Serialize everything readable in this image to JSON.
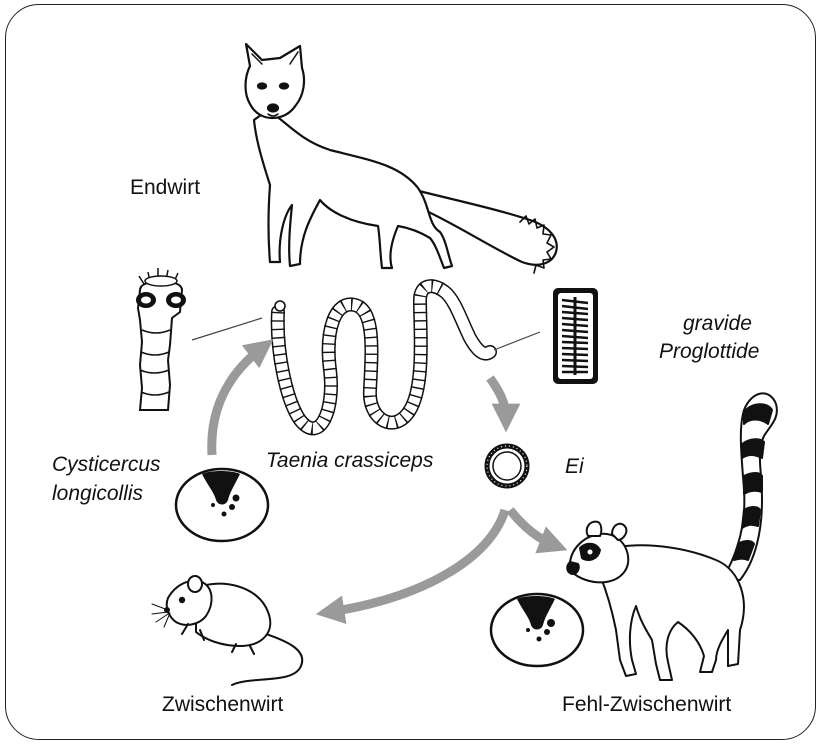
{
  "labels": {
    "endwirt": "Endwirt",
    "gravide_line1": "gravide",
    "gravide_line2": "Proglottide",
    "taenia": "Taenia crassiceps",
    "ei": "Ei",
    "cysticercus_line1": "Cysticercus",
    "cysticercus_line2": "longicollis",
    "zwischenwirt": "Zwischenwirt",
    "fehl_zwischenwirt": "Fehl-Zwischenwirt"
  },
  "icons": {
    "fox": "fox-icon",
    "scolex": "scolex-icon",
    "tapeworm": "tapeworm-icon",
    "proglottid": "proglottid-icon",
    "egg": "egg-icon",
    "cyst": "cyst-icon",
    "mouse": "mouse-icon",
    "lemur": "lemur-icon"
  },
  "colors": {
    "arrow": "#9a9a9a",
    "ink": "#111111"
  }
}
